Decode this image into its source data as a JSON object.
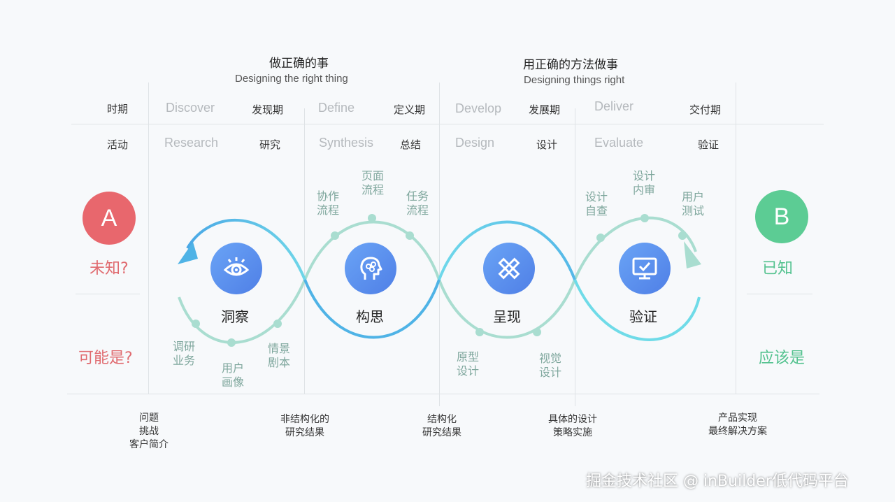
{
  "headers": {
    "left": {
      "cn": "做正确的事",
      "en": "Designing the right thing"
    },
    "right": {
      "cn": "用正确的方法做事",
      "en": "Designing things right"
    }
  },
  "rows": {
    "period_label": "时期",
    "activity_label": "活动"
  },
  "stages": [
    {
      "period_en": "Discover",
      "period_cn": "发现期",
      "activity_en": "Research",
      "activity_cn": "研究"
    },
    {
      "period_en": "Define",
      "period_cn": "定义期",
      "activity_en": "Synthesis",
      "activity_cn": "总结"
    },
    {
      "period_en": "Develop",
      "period_cn": "发展期",
      "activity_en": "Design",
      "activity_cn": "设计"
    },
    {
      "period_en": "Deliver",
      "period_cn": "交付期",
      "activity_en": "Evaluate",
      "activity_cn": "验证"
    }
  ],
  "start": {
    "letter": "A",
    "state": "未知?",
    "question": "可能是?",
    "color": "#e8676d"
  },
  "end": {
    "letter": "B",
    "state": "已知",
    "answer": "应该是",
    "color": "#5ccc94"
  },
  "phases": [
    {
      "name": "洞察",
      "icon": "eye-icon"
    },
    {
      "name": "构思",
      "icon": "head-idea-icon"
    },
    {
      "name": "呈现",
      "icon": "pencil-ruler-icon"
    },
    {
      "name": "验证",
      "icon": "monitor-check-icon"
    }
  ],
  "steps": {
    "research_1": "调研\n业务",
    "research_2": "用户\n画像",
    "research_3": "情景\n剧本",
    "ideate_1": "协作\n流程",
    "ideate_2": "页面\n流程",
    "ideate_3": "任务\n流程",
    "design_1": "原型\n设计",
    "design_2": "视觉\n设计",
    "eval_1": "设计\n自查",
    "eval_2": "设计\n内审",
    "eval_3": "用户\n测试"
  },
  "outputs": [
    "问题\n挑战\n客户简介",
    "非结构化的\n研究结果",
    "结构化\n研究结果",
    "具体的设计\n策略实施",
    "产品实现\n最终解决方案"
  ],
  "watermark": "掘金技术社区 @ inBuilder低代码平台",
  "colors": {
    "curve_blue": "#4fb3e6",
    "curve_cyan": "#6fdbe8",
    "curve_mint": "#a9ddd0",
    "icon_bg": "#5b8ef0"
  }
}
